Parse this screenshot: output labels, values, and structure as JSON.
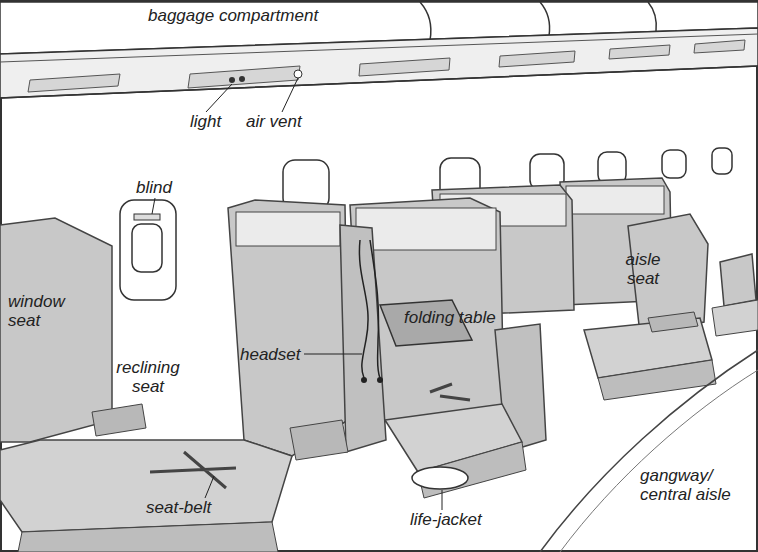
{
  "diagram": {
    "labels": [
      "baggage compartment",
      "light",
      "air vent",
      "blind",
      "aisle seat",
      "window seat",
      "folding table",
      "headset",
      "reclining seat",
      "gangway/ central aisle",
      "seat-belt",
      "life-jacket"
    ]
  }
}
